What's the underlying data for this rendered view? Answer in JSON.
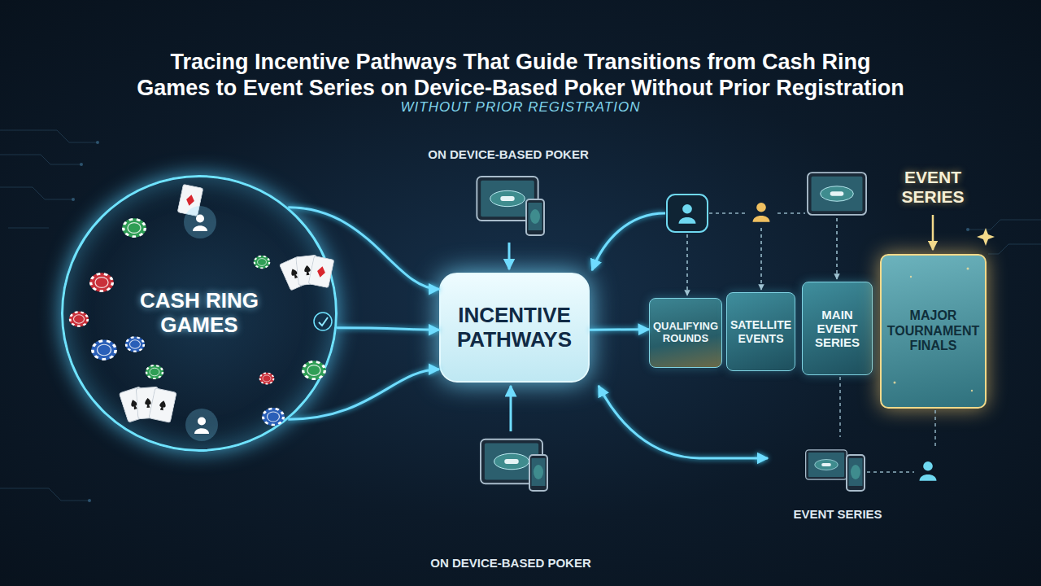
{
  "diagram": {
    "title": "Tracing Incentive Pathways That Guide Transitions from Cash Ring Games to Event Series on Device-Based Poker Without Prior Registration",
    "nodes": [
      {
        "text": [
          "CASH RING GAMES"
        ]
      },
      {
        "text": [
          "INCENTIVE PATHWAYS"
        ]
      },
      {
        "text": [
          "QUALIFYING ROUNDS"
        ]
      },
      {
        "text": [
          "SATELLITE EVENTS"
        ]
      },
      {
        "text": [
          "MAIN EVENT SERIES"
        ]
      },
      {
        "text": [
          "MAJOR TOURNAMENT FINALS"
        ]
      }
    ],
    "edges": [
      {
        "from": 0,
        "to": 1,
        "arrow": "to"
      },
      {
        "from": 0,
        "to": 1,
        "arrow": "to"
      },
      {
        "from": 0,
        "to": 1,
        "arrow": "to"
      },
      {
        "from": 1,
        "to": 2,
        "arrow": "to"
      }
    ],
    "labels": [
      "WITHOUT PRIOR REGISTRATION",
      "ON DEVICE-BASED POKER",
      "EVENT SERIES",
      "EVENT SERIES",
      "ON DEVICE-BASED POKER"
    ]
  }
}
